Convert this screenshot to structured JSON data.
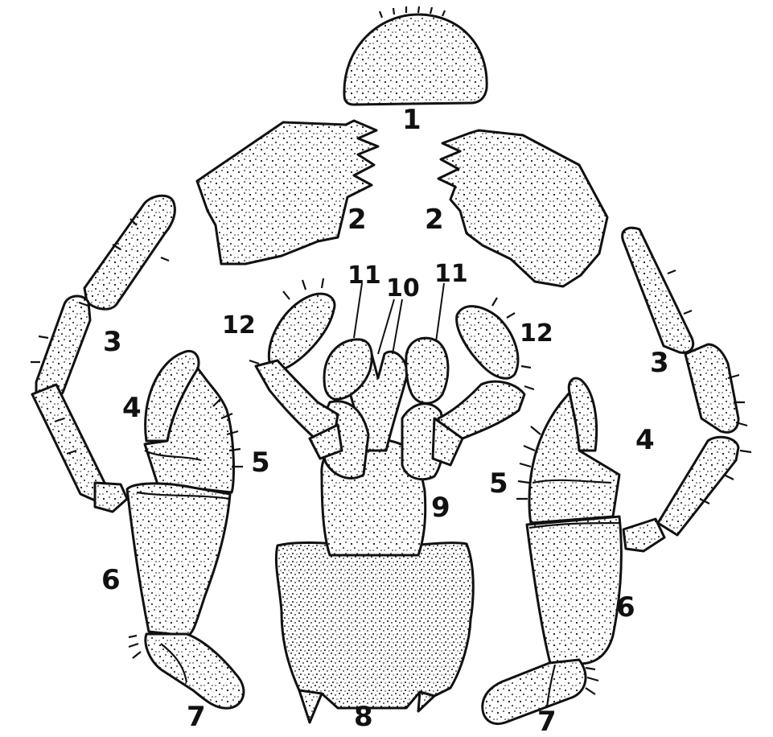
{
  "figure": {
    "labels": [
      {
        "id": "1",
        "text": "1"
      },
      {
        "id": "2-left",
        "text": "2"
      },
      {
        "id": "2-right",
        "text": "2"
      },
      {
        "id": "3-left",
        "text": "3"
      },
      {
        "id": "3-right",
        "text": "3"
      },
      {
        "id": "4-left",
        "text": "4"
      },
      {
        "id": "4-right",
        "text": "4"
      },
      {
        "id": "5-left",
        "text": "5"
      },
      {
        "id": "5-right",
        "text": "5"
      },
      {
        "id": "6-left",
        "text": "6"
      },
      {
        "id": "6-right",
        "text": "6"
      },
      {
        "id": "7-left",
        "text": "7"
      },
      {
        "id": "7-right",
        "text": "7"
      },
      {
        "id": "8",
        "text": "8"
      },
      {
        "id": "9",
        "text": "9"
      },
      {
        "id": "10",
        "text": "10"
      },
      {
        "id": "11-left",
        "text": "11"
      },
      {
        "id": "11-right",
        "text": "11"
      },
      {
        "id": "12-left",
        "text": "12"
      },
      {
        "id": "12-right",
        "text": "12"
      }
    ]
  }
}
